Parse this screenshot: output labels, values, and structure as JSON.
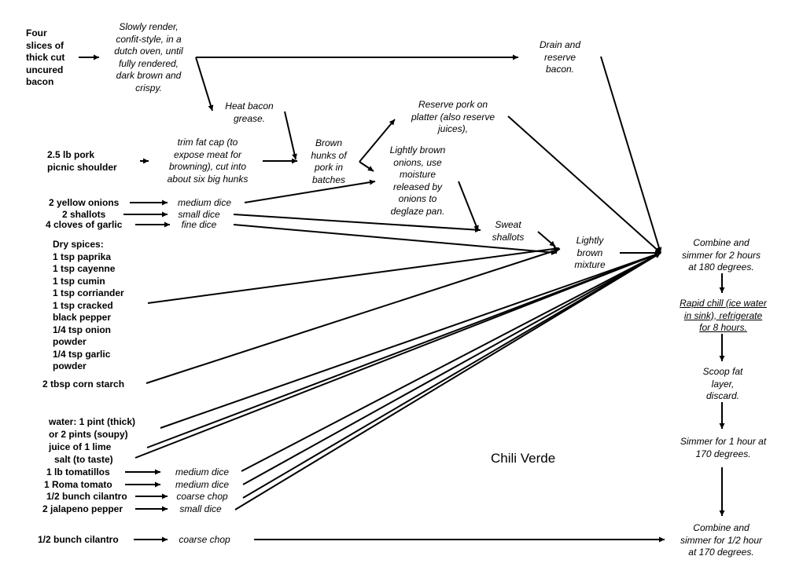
{
  "title": "Chili Verde",
  "ingredients": {
    "bacon": "Four\nslices of\nthick cut\nuncured\nbacon",
    "pork": "2.5 lb pork\npicnic shoulder",
    "onions": "2 yellow onions",
    "shallots": "2 shallots",
    "garlic": "4  cloves of garlic",
    "spices": "Dry spices:\n1 tsp paprika\n1 tsp cayenne\n1 tsp cumin\n1 tsp corriander\n1 tsp cracked\nblack pepper\n1/4 tsp onion\npowder\n1/4 tsp garlic\npowder",
    "cornstarch": "2 tbsp corn starch",
    "water": "water: 1 pint (thick)\nor 2 pints (soupy)",
    "lime": "juice of 1 lime",
    "salt": "salt (to taste)",
    "tomatillos": "1 lb tomatillos",
    "roma": "1 Roma tomato",
    "cilantro1": "1/2 bunch cilantro",
    "jalapeno": "2 jalapeno pepper",
    "cilantro2": "1/2 bunch cilantro"
  },
  "steps": {
    "render": "Slowly render,\nconfit-style, in a\ndutch oven, until\nfully rendered,\ndark brown and\ncrispy.",
    "drain": "Drain and\nreserve\nbacon.",
    "grease": "Heat bacon\ngrease.",
    "trim": "trim fat cap (to\nexpose meat for\nbrowning), cut into\nabout six big hunks",
    "brown": "Brown\nhunks of\npork in\nbatches",
    "reserve_pork": "Reserve pork on\nplatter (also reserve\njuices),",
    "lightly_onions": "Lightly brown\nonions, use\nmoisture\nreleased by\nonions to\ndeglaze pan.",
    "onion_dice": "medium dice",
    "shallot_dice": "small dice",
    "garlic_dice": "fine dice",
    "sweat": "Sweat\nshallots",
    "mixture": "Lightly\nbrown\nmixture",
    "tomatillo_dice": "medium dice",
    "roma_dice": "medium dice",
    "cilantro_chop": "coarse chop",
    "jalapeno_dice": "small dice",
    "cilantro2_chop": "coarse chop"
  },
  "final": {
    "combine1": "Combine and\nsimmer for 2 hours\nat 180 degrees.",
    "chill": "Rapid chill (ice water\nin sink), refrigerate\nfor 8 hours.",
    "scoop": "Scoop fat\nlayer,\ndiscard.",
    "simmer": "Simmer for 1 hour at\n170 degrees.",
    "combine2": "Combine and\nsimmer for 1/2 hour\nat 170 degrees."
  }
}
